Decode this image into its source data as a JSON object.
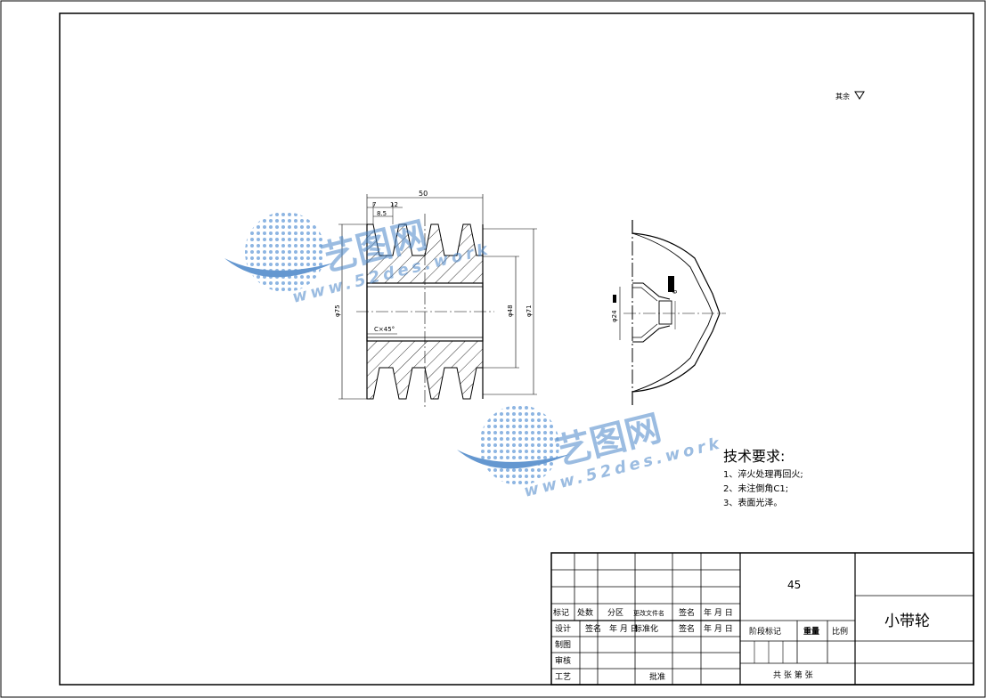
{
  "drawing": {
    "surface_note": "其余",
    "front_view": {
      "dim_width": "50",
      "dim_groove_pitch": "12",
      "dim_edge": "7",
      "dim_groove_top": "8.5",
      "dim_outer": "φ75",
      "dim_bore": "φ48",
      "dim_pitch": "φ71",
      "chamfer": "C×45°"
    },
    "side_view": {
      "dim_hub": "φ24",
      "dim_key": "6"
    }
  },
  "watermark": {
    "logo_text": "艺图网",
    "url_text": "www.52des.work"
  },
  "requirements": {
    "title": "技术要求:",
    "items": [
      "1、淬火处理再回火;",
      "2、未注倒角C1;",
      "3、表面光泽。"
    ]
  },
  "title_block": {
    "material": "45",
    "part_name": "小带轮",
    "row_labels": [
      "标记",
      "处数",
      "分区",
      "更改文件名",
      "签名",
      "年 月 日"
    ],
    "design_row": [
      "设计",
      "签名",
      "年 月 日",
      "标准化",
      "签名",
      "年 月 日"
    ],
    "left_labels": [
      "审核",
      "工艺"
    ],
    "check_label": "制图",
    "approve_label": "批准",
    "stage_label": "阶段标记",
    "weight_label": "重量",
    "scale_label": "比例",
    "sheets_label": "共 张 第 张"
  },
  "colors": {
    "line": "#000000",
    "watermark_blue": "#4a86c8"
  }
}
